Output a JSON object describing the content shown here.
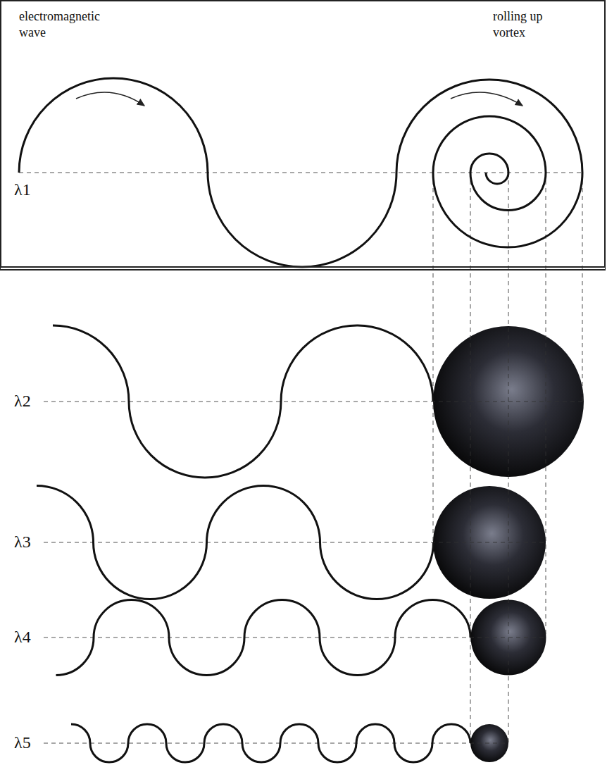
{
  "diagram": {
    "nodes": [
      {
        "text": [
          "electromagnetic wave",
          "rolling up vortex",
          "λ1"
        ]
      }
    ],
    "labels": [
      "λ2",
      "λ3",
      "λ4",
      "λ5"
    ]
  }
}
